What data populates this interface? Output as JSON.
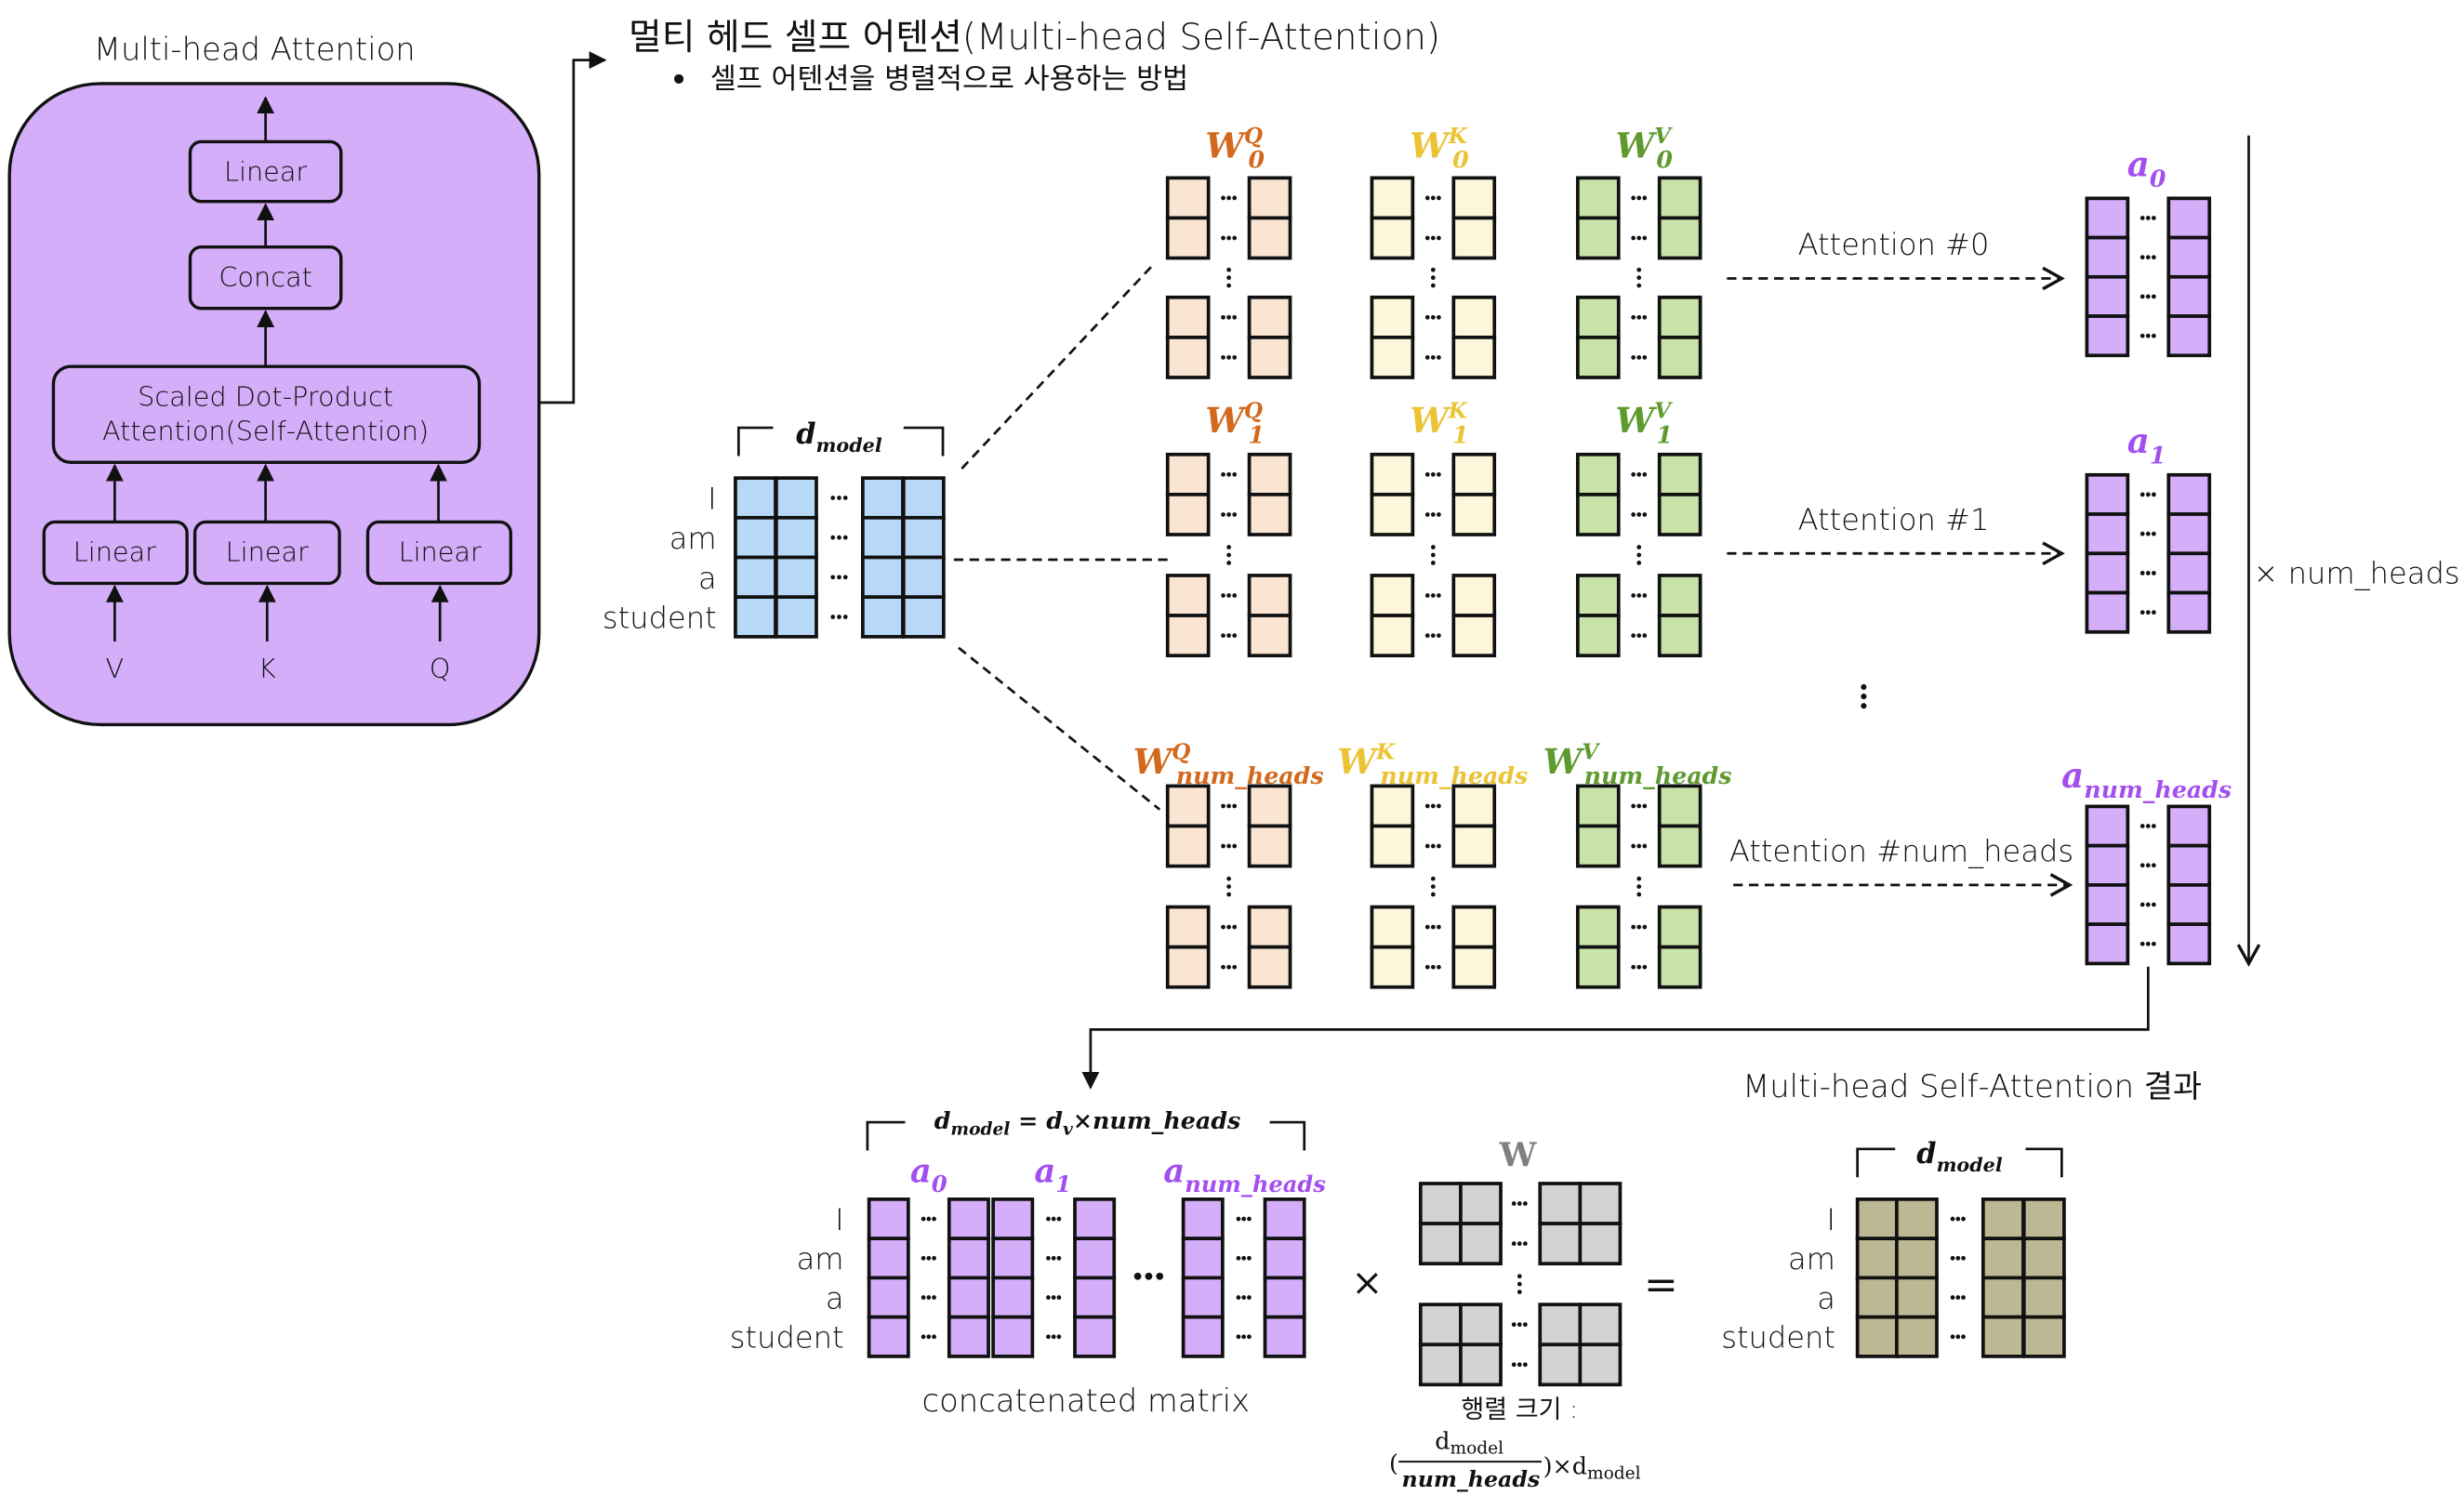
{
  "encoder_block": {
    "title": "Multi-head Attention",
    "top_linear": "Linear",
    "concat": "Concat",
    "attention_line1": "Scaled Dot-Product",
    "attention_line2": "Attention(Self-Attention)",
    "input_linears": [
      "Linear",
      "Linear",
      "Linear"
    ],
    "inputs": [
      "V",
      "K",
      "Q"
    ]
  },
  "heading": {
    "title": "멀티 헤드 셀프 어텐션(Multi-head Self-Attention)",
    "bullet": "셀프 어텐션을 병렬적으로 사용하는 방법"
  },
  "input_matrix": {
    "width_label": "d",
    "width_sub": "model",
    "tokens": [
      "I",
      "am",
      "a",
      "student"
    ]
  },
  "colors": {
    "query_label": "#D2691E",
    "key_label": "#EBC334",
    "value_label": "#5E9A2E",
    "query_fill": "#FAE5D3",
    "key_fill": "#FDF6DA",
    "value_fill": "#C8E3A9",
    "input_fill": "#B8D8F8",
    "head_fill": "#D4AEF9",
    "head_label": "#A34FF0",
    "weight_fill": "#D3D3D3",
    "weight_label": "#808080",
    "result_fill": "#BDB894",
    "block_fill": "#D4AEF9"
  },
  "heads": [
    {
      "wq": {
        "base": "W",
        "sub": "0",
        "sup": "Q"
      },
      "wk": {
        "base": "W",
        "sub": "0",
        "sup": "K"
      },
      "wv": {
        "base": "W",
        "sub": "0",
        "sup": "V"
      },
      "attention_label": "Attention #0",
      "output": {
        "base": "a",
        "sub": "0"
      }
    },
    {
      "wq": {
        "base": "W",
        "sub": "1",
        "sup": "Q"
      },
      "wk": {
        "base": "W",
        "sub": "1",
        "sup": "K"
      },
      "wv": {
        "base": "W",
        "sub": "1",
        "sup": "V"
      },
      "attention_label": "Attention #1",
      "output": {
        "base": "a",
        "sub": "1"
      }
    },
    {
      "wq": {
        "base": "W",
        "sub": "num_heads",
        "sup": "Q"
      },
      "wk": {
        "base": "W",
        "sub": "num_heads",
        "sup": "K"
      },
      "wv": {
        "base": "W",
        "sub": "num_heads",
        "sup": "V"
      },
      "attention_label": "Attention #num_heads",
      "output": {
        "base": "a",
        "sub": "num_heads"
      }
    }
  ],
  "repeat_label": "× num_heads",
  "concat_section": {
    "width_label_lhs": "d",
    "width_label_lhs_sub": "model",
    "width_label_eq": " = ",
    "width_label_rhs": "d",
    "width_label_rhs_sub": "v",
    "width_label_rhs_tail": "×num_heads",
    "heads": [
      {
        "base": "a",
        "sub": "0"
      },
      {
        "base": "a",
        "sub": "1"
      },
      {
        "base": "a",
        "sub": "num_heads"
      }
    ],
    "tokens": [
      "I",
      "am",
      "a",
      "student"
    ],
    "caption": "concatenated matrix"
  },
  "operators": {
    "times": "×",
    "equals": "="
  },
  "weight_matrix": {
    "label": "W",
    "size_caption": "행렬 크기 :",
    "frac_num": "d",
    "frac_num_sub": "model",
    "frac_den": "num_heads",
    "tail": "×d",
    "tail_sub": "model"
  },
  "result": {
    "title": "Multi-head Self-Attention 결과",
    "width_label": "d",
    "width_sub": "model",
    "tokens": [
      "I",
      "am",
      "a",
      "student"
    ]
  }
}
